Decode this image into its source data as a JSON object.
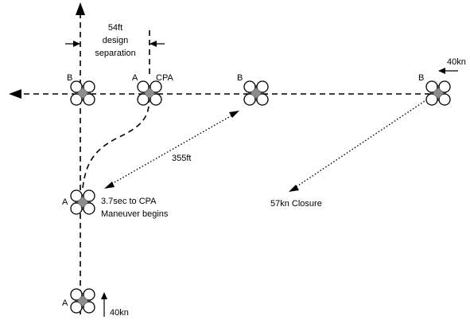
{
  "labels": {
    "design_sep_value": "54ft",
    "design_sep_line1": "design",
    "design_sep_line2": "separation",
    "cpa": "CPA",
    "distance": "355ft",
    "closure": "57kn Closure",
    "maneuver_line1": "3.7sec to CPA",
    "maneuver_line2": "Maneuver begins",
    "speed_top": "40kn",
    "speed_bottom": "40kn"
  },
  "aircraft": [
    {
      "id": "b-at-cpa",
      "label": "B"
    },
    {
      "id": "a-at-cpa",
      "label": "A"
    },
    {
      "id": "b-at-maneuver",
      "label": "B"
    },
    {
      "id": "b-start",
      "label": "B"
    },
    {
      "id": "a-at-maneuver",
      "label": "A"
    },
    {
      "id": "a-start",
      "label": "A"
    }
  ],
  "colors": {
    "line": "#000000",
    "drone_body": "#8c8c8c",
    "rotor_fill": "#ffffff"
  }
}
